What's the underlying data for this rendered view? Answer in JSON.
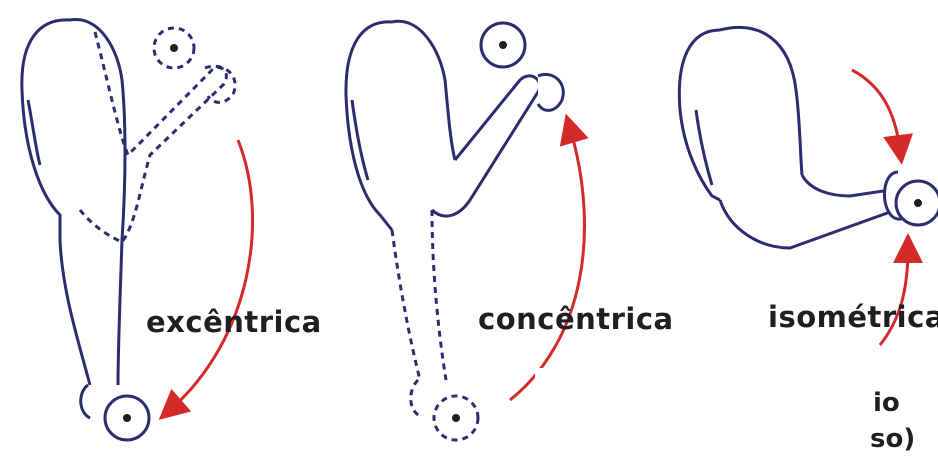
{
  "labels": {
    "eccentric": "excêntrica",
    "concentric": "concêntrica",
    "isometric": "isométrica"
  },
  "cropped_fragments": {
    "line1": "io",
    "line2": "so)"
  },
  "colors": {
    "arm_stroke": "#2b2d6e",
    "arrow": "#d42a2a",
    "text": "#1f1f1f"
  }
}
